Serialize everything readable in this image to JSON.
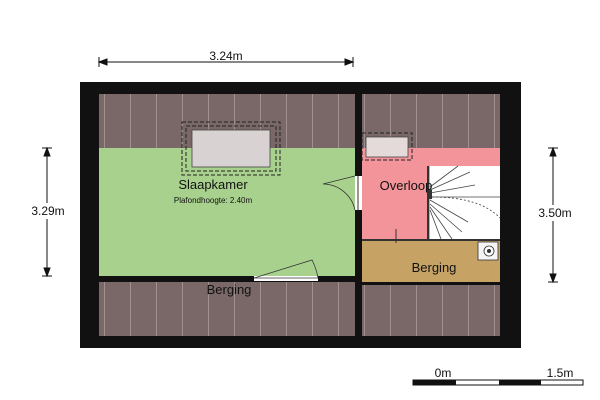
{
  "dimensions": {
    "top_width": "3.24m",
    "left_height": "3.29m",
    "right_height": "3.50m"
  },
  "rooms": {
    "bedroom": {
      "name": "Slaapkamer",
      "ceiling": "Plafondhoogte: 2.40m"
    },
    "landing": {
      "name": "Overloop"
    },
    "storage_right": {
      "name": "Berging"
    },
    "storage_bottom": {
      "name": "Berging"
    }
  },
  "scale_bar": {
    "start": "0m",
    "end": "1.5m"
  },
  "colors": {
    "wall": "#111111",
    "roof_slope": "#7a6868",
    "bedroom_floor": "#a9d18e",
    "landing_floor": "#f29499",
    "storage_floor": "#c7a265",
    "window": "#e8d8dc"
  }
}
